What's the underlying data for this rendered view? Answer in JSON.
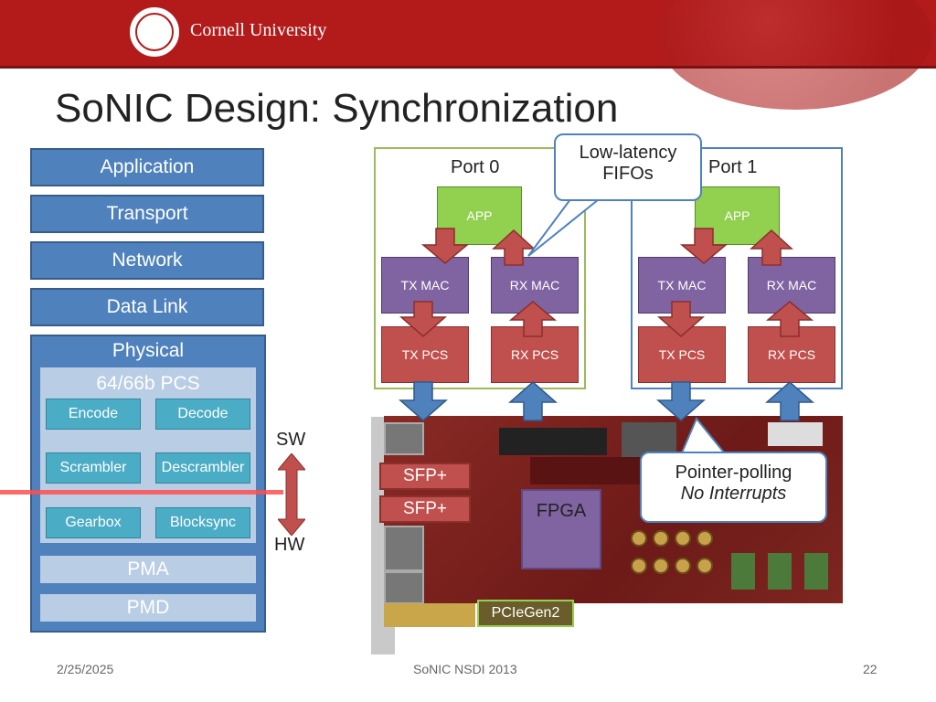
{
  "header": {
    "brand": "Cornell University",
    "bar_color": "#b31b1b"
  },
  "title": "SoNIC Design: Synchronization",
  "stack": {
    "layers": [
      "Application",
      "Transport",
      "Network",
      "Data Link"
    ],
    "physical": {
      "label": "Physical",
      "pcs": {
        "label": "64/66b PCS",
        "blocks": [
          "Encode",
          "Decode",
          "Scrambler",
          "Descrambler",
          "Gearbox",
          "Blocksync"
        ]
      },
      "pma": "PMA",
      "pmd": "PMD"
    },
    "sw_label": "SW",
    "hw_label": "HW"
  },
  "ports": [
    {
      "title": "Port 0",
      "app": "APP",
      "tx_mac": "TX MAC",
      "rx_mac": "RX MAC",
      "tx_pcs": "TX PCS",
      "rx_pcs": "RX PCS",
      "frame_color": "#9bbb59"
    },
    {
      "title": "Port 1",
      "app": "APP",
      "tx_mac": "TX MAC",
      "rx_mac": "RX MAC",
      "tx_pcs": "TX PCS",
      "rx_pcs": "RX PCS",
      "frame_color": "#4f81bd"
    }
  ],
  "board": {
    "sfp": [
      "SFP+",
      "SFP+"
    ],
    "fpga": "FPGA",
    "pcie": "PCIeGen2"
  },
  "callouts": {
    "fifos": {
      "line1": "Low-latency",
      "line2": "FIFOs"
    },
    "polling": {
      "line1": "Pointer-polling",
      "line2": "No Interrupts"
    }
  },
  "footer": {
    "date": "2/25/2025",
    "center": "SoNIC NSDI 2013",
    "page": "22"
  }
}
